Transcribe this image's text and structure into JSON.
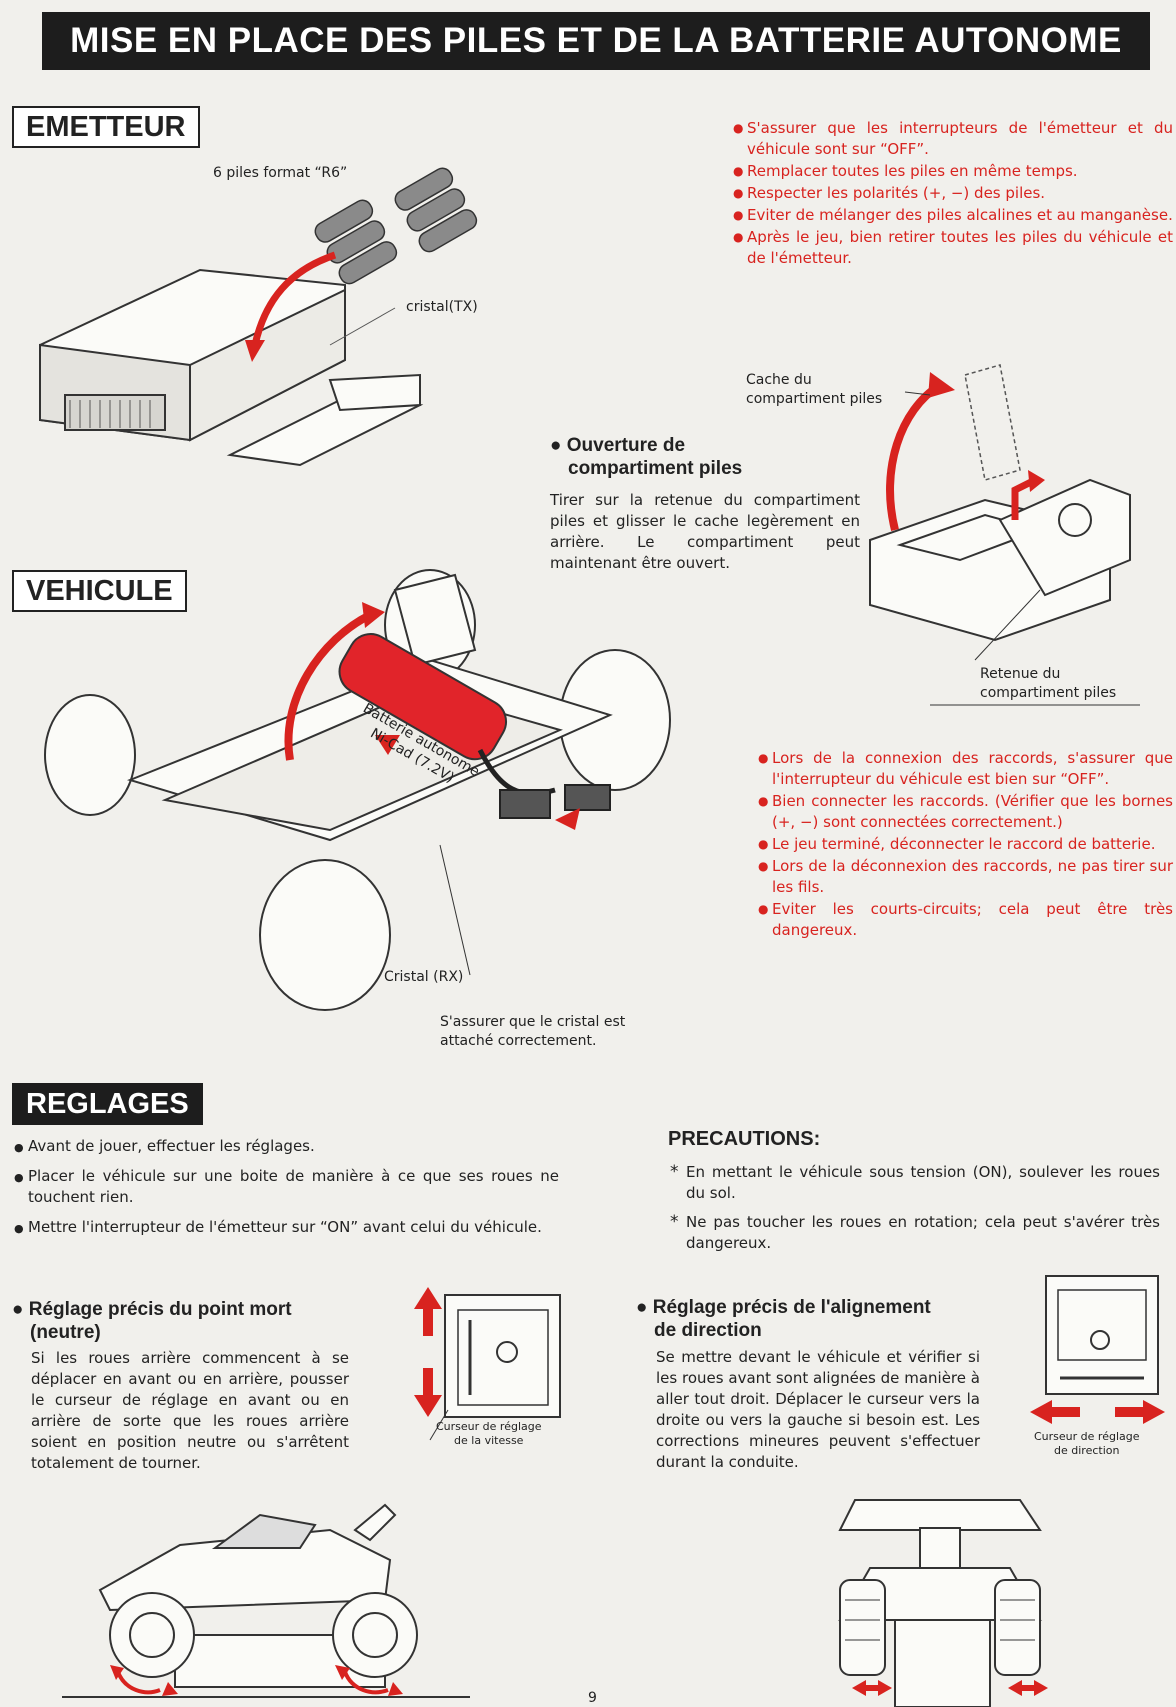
{
  "banner": {
    "title": "MISE EN PLACE DES PILES ET DE LA BATTERIE AUTONOME"
  },
  "emetteur": {
    "heading": "EMETTEUR",
    "label_piles": "6 piles format “R6”",
    "label_cristal": "cristal(TX)"
  },
  "warnings_top": [
    "S'assurer que les interrupteurs de l'émetteur et du véhicule sont sur “OFF”.",
    "Remplacer toutes les piles en même temps.",
    "Respecter les polarités (+, −) des piles.",
    "Eviter de mélanger des piles alcalines et au manganèse.",
    "Après le jeu, bien retirer toutes les piles du véhicule et de l'émetteur."
  ],
  "ouverture": {
    "title_line1": "Ouverture de",
    "title_line2": "compartiment piles",
    "text": "Tirer sur la retenue du compartiment piles et glisser le cache legèrement en arrière. Le compartiment peut maintenant être ouvert.",
    "label_cache_line1": "Cache du",
    "label_cache_line2": "compartiment piles",
    "label_retenue_line1": "Retenue du",
    "label_retenue_line2": "compartiment piles"
  },
  "vehicule": {
    "heading": "VEHICULE",
    "battery_line1": "Batterie autonome",
    "battery_line2": "Ni-Cad (7.2V)",
    "label_cristal": "Cristal (RX)",
    "note_line1": "S'assurer que le cristal est",
    "note_line2": "attaché correctement."
  },
  "warnings_mid": [
    "Lors de la connexion des raccords, s'assurer que l'interrupteur du véhicule est bien sur “OFF”.",
    "Bien connecter les raccords. (Vérifier que les bornes (+, −) sont connectées correctement.)",
    "Le jeu terminé, déconnecter le raccord de batterie.",
    "Lors de la déconnexion des raccords, ne pas tirer sur les fils.",
    "Eviter les courts-circuits; cela peut être très dangereux."
  ],
  "reglages": {
    "heading": "REGLAGES",
    "items": [
      "Avant de jouer, effectuer les réglages.",
      "Placer le véhicule sur une boite de manière à ce que ses roues ne touchent rien.",
      "Mettre l'interrupteur de l'émetteur sur “ON” avant celui du véhicule."
    ],
    "neutre_title_line1": "Réglage précis du point mort",
    "neutre_title_line2": "(neutre)",
    "neutre_text": "Si les roues arrière commencent à se déplacer en avant ou en arrière, pousser le curseur de réglage en avant ou en arrière de sorte que les roues arrière soient en position neutre ou s'arrêtent totalement de tourner.",
    "label_vitesse_line1": "Curseur de réglage",
    "label_vitesse_line2": "de la vitesse"
  },
  "precautions": {
    "title": "PRECAUTIONS:",
    "items": [
      "En mettant le véhicule sous tension (ON), soulever les roues du sol.",
      "Ne pas toucher les roues en rotation; cela peut s'avérer très dangereux."
    ]
  },
  "direction": {
    "title_line1": "Réglage précis de l'alignement",
    "title_line2": "de direction",
    "text": "Se mettre devant le véhicule et vérifier si les roues avant sont alignées de manière à aller tout droit. Déplacer le curseur vers la droite ou vers la gauche si besoin est. Les corrections mineures peuvent s'effectuer durant la conduite.",
    "label_line1": "Curseur de réglage",
    "label_line2": "de direction"
  },
  "page_number": "9",
  "colors": {
    "accent_red": "#d8231f",
    "dark": "#1d1d1d"
  }
}
